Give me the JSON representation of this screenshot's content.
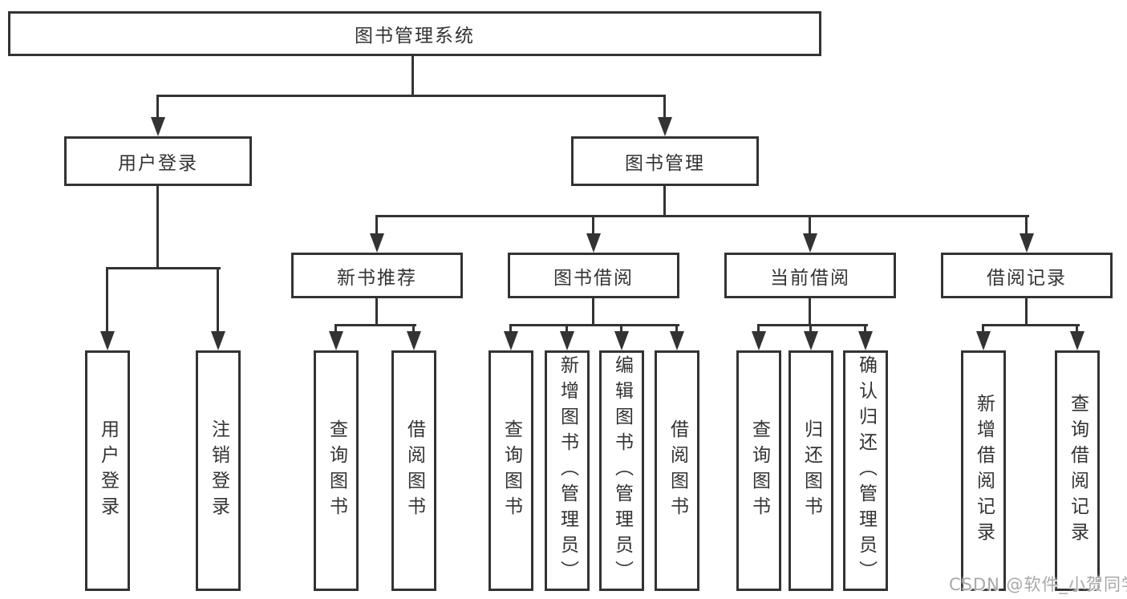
{
  "root": {
    "label": "图书管理系统"
  },
  "level2": [
    {
      "label": "用户登录"
    },
    {
      "label": "图书管理"
    }
  ],
  "level3": [
    {
      "label": "新书推荐"
    },
    {
      "label": "图书借阅"
    },
    {
      "label": "当前借阅"
    },
    {
      "label": "借阅记录"
    }
  ],
  "level4": [
    {
      "items": [
        {
          "label": "用户登录"
        },
        {
          "label": "注销登录"
        }
      ]
    },
    {
      "items": [
        {
          "label": "查询图书"
        },
        {
          "label": "借阅图书"
        }
      ]
    },
    {
      "items": [
        {
          "label": "查询图书"
        },
        {
          "label": "新增图书（管理员）"
        },
        {
          "label": "编辑图书（管理员）"
        },
        {
          "label": "借阅图书"
        }
      ]
    },
    {
      "items": [
        {
          "label": "查询图书"
        },
        {
          "label": "归还图书"
        },
        {
          "label": "确认归还（管理员）"
        }
      ]
    },
    {
      "items": [
        {
          "label": "新增借阅记录"
        },
        {
          "label": "查询借阅记录"
        }
      ]
    }
  ],
  "watermark": {
    "label": "CSDN @软件_小贺同学"
  },
  "colors": {
    "line": "#333333",
    "box_border": "#333333",
    "text": "#333333",
    "background": "#ffffff",
    "watermark": "#a8a8a8"
  }
}
